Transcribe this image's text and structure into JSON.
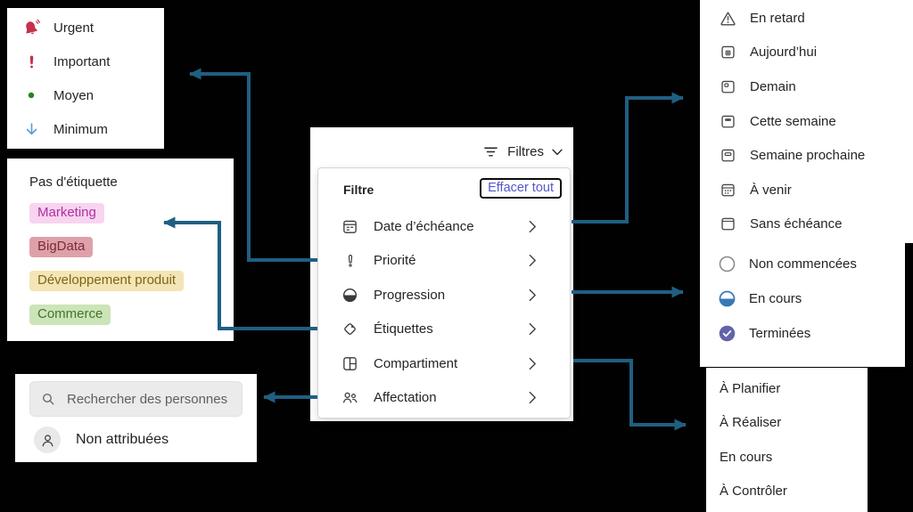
{
  "colors": {
    "arrow": "#1F5F82",
    "clear_link": "#5457CE",
    "text": "#242424",
    "urgent_red": "#C4314B",
    "medium_green": "#218721",
    "minimum_blue": "#5B9BD5",
    "in_progress_blue": "#3779B5",
    "completed_purple": "#6264A7"
  },
  "filters_button": {
    "label": "Filtres"
  },
  "filter_panel": {
    "title": "Filtre",
    "clear_label": "Effacer tout",
    "items": [
      {
        "label": "Date d’échéance",
        "icon": "calendar-icon"
      },
      {
        "label": "Priorité",
        "icon": "priority-icon"
      },
      {
        "label": "Progression",
        "icon": "progress-icon"
      },
      {
        "label": "Étiquettes",
        "icon": "tag-icon"
      },
      {
        "label": "Compartiment",
        "icon": "bucket-icon"
      },
      {
        "label": "Affectation",
        "icon": "assignment-icon"
      }
    ]
  },
  "priority_panel": {
    "items": [
      {
        "label": "Urgent",
        "icon": "bell-icon",
        "color": "#C4314B"
      },
      {
        "label": "Important",
        "icon": "exclamation-icon",
        "color": "#C4314B"
      },
      {
        "label": "Moyen",
        "icon": "dot-icon",
        "color": "#218721"
      },
      {
        "label": "Minimum",
        "icon": "arrow-down-icon",
        "color": "#5B9BD5"
      }
    ]
  },
  "labels_panel": {
    "no_label": "Pas d'étiquette",
    "tags": [
      {
        "label": "Marketing",
        "bg": "#F8D4F1",
        "fg": "#B02FA0"
      },
      {
        "label": "BigData",
        "bg": "#DFA1A9",
        "fg": "#7A2B3A"
      },
      {
        "label": "Développement produit",
        "bg": "#F3E5B5",
        "fg": "#7F6617"
      },
      {
        "label": "Commerce",
        "bg": "#CBE4B8",
        "fg": "#49722C"
      }
    ]
  },
  "people_panel": {
    "search_placeholder": "Rechercher des personnes",
    "unassigned_label": "Non attribuées"
  },
  "due_panel": {
    "items": [
      {
        "label": "En retard",
        "icon": "warning-icon"
      },
      {
        "label": "Aujourd’hui",
        "icon": "calendar-today-icon"
      },
      {
        "label": "Demain",
        "icon": "calendar-tomorrow-icon"
      },
      {
        "label": "Cette semaine",
        "icon": "calendar-week-icon"
      },
      {
        "label": "Semaine prochaine",
        "icon": "calendar-next-week-icon"
      },
      {
        "label": "À venir",
        "icon": "calendar-upcoming-icon"
      },
      {
        "label": "Sans échéance",
        "icon": "calendar-empty-icon"
      }
    ]
  },
  "progress_panel": {
    "items": [
      {
        "label": "Non commencées",
        "icon": "not-started-icon"
      },
      {
        "label": "En cours",
        "icon": "in-progress-icon",
        "color": "#3779B5"
      },
      {
        "label": "Terminées",
        "icon": "completed-icon",
        "color": "#6264A7"
      }
    ]
  },
  "bucket_panel": {
    "items": [
      {
        "label": "À Planifier"
      },
      {
        "label": "À Réaliser"
      },
      {
        "label": "En cours"
      },
      {
        "label": "À Contrôler"
      }
    ]
  },
  "connections": [
    {
      "from": "Priorité",
      "to": "priority-panel"
    },
    {
      "from": "Étiquettes",
      "to": "labels-panel"
    },
    {
      "from": "Affectation",
      "to": "people-panel"
    },
    {
      "from": "Date d’échéance",
      "to": "due-panel"
    },
    {
      "from": "Progression",
      "to": "progress-panel"
    },
    {
      "from": "Compartiment",
      "to": "bucket-panel"
    }
  ]
}
